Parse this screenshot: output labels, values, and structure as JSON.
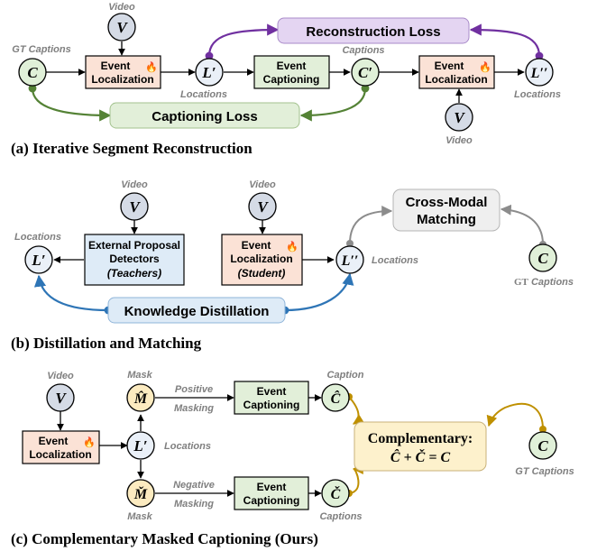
{
  "symbols": {
    "video": "V",
    "captions_gt": "C",
    "locations_1": "L′",
    "locations_2": "L′′",
    "captions_pred": "C′",
    "mask_pos": "M̂",
    "mask_neg": "M̌",
    "caption_hat": "Ĉ",
    "caption_check": "Č"
  },
  "labels": {
    "video": "Video",
    "gt_captions": "GT Captions",
    "gt": "GT",
    "captions_word": "Captions",
    "caption_word": "Caption",
    "locations": "Locations",
    "mask": "Mask",
    "positive": "Positive",
    "negative": "Negative",
    "masking": "Masking",
    "fire_icon": "fire-icon"
  },
  "boxes": {
    "event": "Event",
    "localization": "Localization",
    "captioning": "Captioning",
    "reconstruction_loss": "Reconstruction Loss",
    "captioning_loss": "Captioning Loss",
    "external_proposal": "External Proposal",
    "detectors": "Detectors",
    "teachers": "(Teachers)",
    "student": "(Student)",
    "cross_modal": "Cross-Modal",
    "matching": "Matching",
    "knowledge_distillation": "Knowledge Distillation",
    "complementary": "Complementary:",
    "complementary_eq": "Ĉ + Č = C"
  },
  "captions": {
    "a": "(a) Iterative Segment Reconstruction",
    "b": "(b) Distillation and Matching",
    "c": "(c) Complementary Masked Captioning (Ours)"
  },
  "colors": {
    "node_green": "#e0f0d8",
    "node_video": "#d5dbe6",
    "node_loc": "#eaf0f8",
    "node_mask": "#fcebc0",
    "box_orange": "#fbe2d6",
    "box_green": "#e2efd9",
    "box_blue": "#deebf7",
    "recon_purple": "#e4d5f2",
    "capt_loss_green": "#e2efd9",
    "cross_gray": "#efefef",
    "compl_yellow": "#fdf1cc",
    "arrow_purple": "#7030a0",
    "arrow_green": "#548235",
    "arrow_blue": "#2e75b6",
    "arrow_gray": "#8c8c8c",
    "arrow_gold": "#bf9000"
  }
}
